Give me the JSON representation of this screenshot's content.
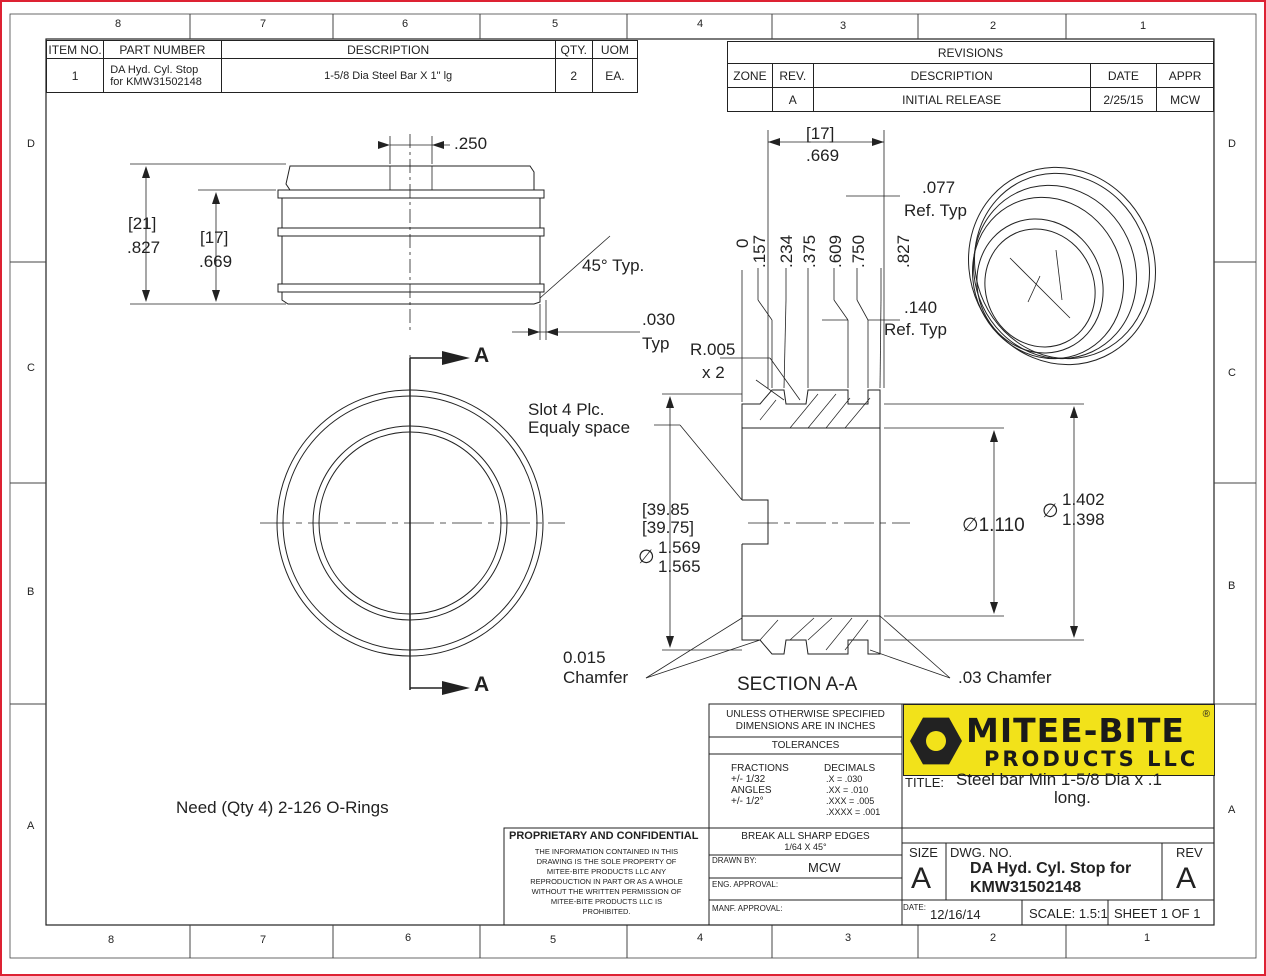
{
  "zones": {
    "columns": [
      "8",
      "7",
      "6",
      "5",
      "4",
      "3",
      "2",
      "1"
    ],
    "rows": [
      "D",
      "C",
      "B",
      "A"
    ]
  },
  "bom": {
    "headers": [
      "ITEM NO.",
      "PART NUMBER",
      "DESCRIPTION",
      "QTY.",
      "UOM"
    ],
    "rows": [
      {
        "item": "1",
        "part_line1": "DA Hyd. Cyl. Stop",
        "part_line2": "for KMW31502148",
        "description": "1-5/8 Dia Steel Bar X 1\" lg",
        "qty": "2",
        "uom": "EA."
      }
    ]
  },
  "revisions": {
    "title": "REVISIONS",
    "headers": [
      "ZONE",
      "REV.",
      "DESCRIPTION",
      "DATE",
      "APPR"
    ],
    "rows": [
      {
        "zone": "",
        "rev": "A",
        "description": "INITIAL RELEASE",
        "date": "2/25/15",
        "appr": "MCW"
      }
    ]
  },
  "dimensions": {
    "slot_width": ".250",
    "od_mm": "[21]",
    "od_in": ".827",
    "groove_mm": "[17]",
    "groove_in": ".669",
    "angle": "45° Typ.",
    "chamfer_030_a": ".030",
    "chamfer_030_b": "Typ",
    "length_mm": "[17]",
    "length_in": ".669",
    "ref077_a": ".077",
    "ref077_b": "Ref. Typ",
    "ref140_a": ".140",
    "ref140_b": "Ref. Typ",
    "ordinates": [
      "0",
      ".157",
      ".234",
      ".375",
      ".609",
      ".750",
      ".827"
    ],
    "radius_a": "R.005",
    "radius_b": "x 2",
    "slot_note_a": "Slot 4 Plc.",
    "slot_note_b": "Equaly space",
    "bore": "1.110",
    "od_upper": "1.402",
    "od_lower": "1.398",
    "groove_dia_mm_upper": "39.85",
    "groove_dia_mm_lower": "39.75",
    "groove_dia_upper": "1.569",
    "groove_dia_lower": "1.565",
    "chamfer015_a": "0.015",
    "chamfer015_b": "Chamfer",
    "chamfer03": ".03 Chamfer",
    "section_marker": "A",
    "section_label": "SECTION A-A",
    "dia_symbol": "∅"
  },
  "note": "Need  (Qty 4) 2-126 O-Rings",
  "title_block": {
    "unless_line1": "UNLESS OTHERWISE SPECIFIED",
    "unless_line2": "DIMENSIONS ARE IN INCHES",
    "tolerances": "TOLERANCES",
    "fractions_label": "FRACTIONS",
    "fractions_value": "+/- 1/32",
    "angles_label": "ANGLES",
    "angles_value": "+/- 1/2°",
    "decimals_label": "DECIMALS",
    "dec1": ".X = .030",
    "dec2": ".XX = .010",
    "dec3": ".XXX = .005",
    "dec4": ".XXXX = .001",
    "prop_title": "PROPRIETARY AND CONFIDENTIAL",
    "prop_lines": [
      "THE INFORMATION CONTAINED IN THIS",
      "DRAWING IS THE SOLE PROPERTY OF",
      "MITEE-BITE PRODUCTS LLC ANY",
      "REPRODUCTION IN PART OR AS A WHOLE",
      "WITHOUT THE WRITTEN PERMISSION OF",
      "MITEE-BITE PRODUCTS LLC IS",
      "PROHIBITED."
    ],
    "break_edges_a": "BREAK ALL SHARP EDGES",
    "break_edges_b": "1/64 X 45°",
    "drawn_by_label": "DRAWN BY:",
    "drawn_by": "MCW",
    "eng_approval": "ENG. APPROVAL:",
    "manf_approval": "MANF. APPROVAL:",
    "logo_line1": "MITEE-BITE",
    "logo_line2": "PRODUCTS LLC",
    "logo_reg": "®",
    "title_label": "TITLE:",
    "title_line1": "Steel bar Min 1-5/8 Dia x .1",
    "title_line2": "long.",
    "size_label": "SIZE",
    "size": "A",
    "dwg_no_label": "DWG.  NO.",
    "dwg_no_line1": "DA Hyd. Cyl. Stop for",
    "dwg_no_line2": "KMW31502148",
    "rev_label": "REV",
    "rev": "A",
    "date_label": "DATE:",
    "date": "12/16/14",
    "scale": "SCALE: 1.5:1",
    "sheet": "SHEET 1 OF 1"
  }
}
